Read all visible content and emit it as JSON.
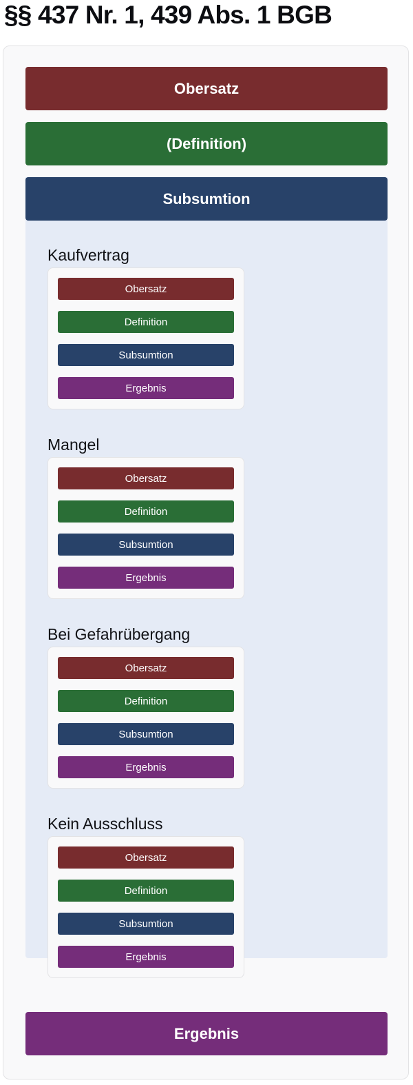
{
  "title": "§§ 437 Nr. 1, 439 Abs. 1 BGB",
  "colors": {
    "obersatz": "#782c2e",
    "definition": "#2a6e36",
    "subsumtion": "#284269",
    "ergebnis": "#752d7a",
    "subsumtion_area": "#e5ebf6"
  },
  "main": {
    "obersatz": "Obersatz",
    "definition": "(Definition)",
    "subsumtion": "Subsumtion",
    "ergebnis": "Ergebnis"
  },
  "groups": [
    {
      "label": "Kaufvertrag",
      "steps": [
        "Obersatz",
        "Definition",
        "Subsumtion",
        "Ergebnis"
      ]
    },
    {
      "label": "Mangel",
      "steps": [
        "Obersatz",
        "Definition",
        "Subsumtion",
        "Ergebnis"
      ]
    },
    {
      "label": "Bei Gefahrübergang",
      "steps": [
        "Obersatz",
        "Definition",
        "Subsumtion",
        "Ergebnis"
      ]
    },
    {
      "label": "Kein Ausschluss",
      "steps": [
        "Obersatz",
        "Definition",
        "Subsumtion",
        "Ergebnis"
      ]
    }
  ]
}
